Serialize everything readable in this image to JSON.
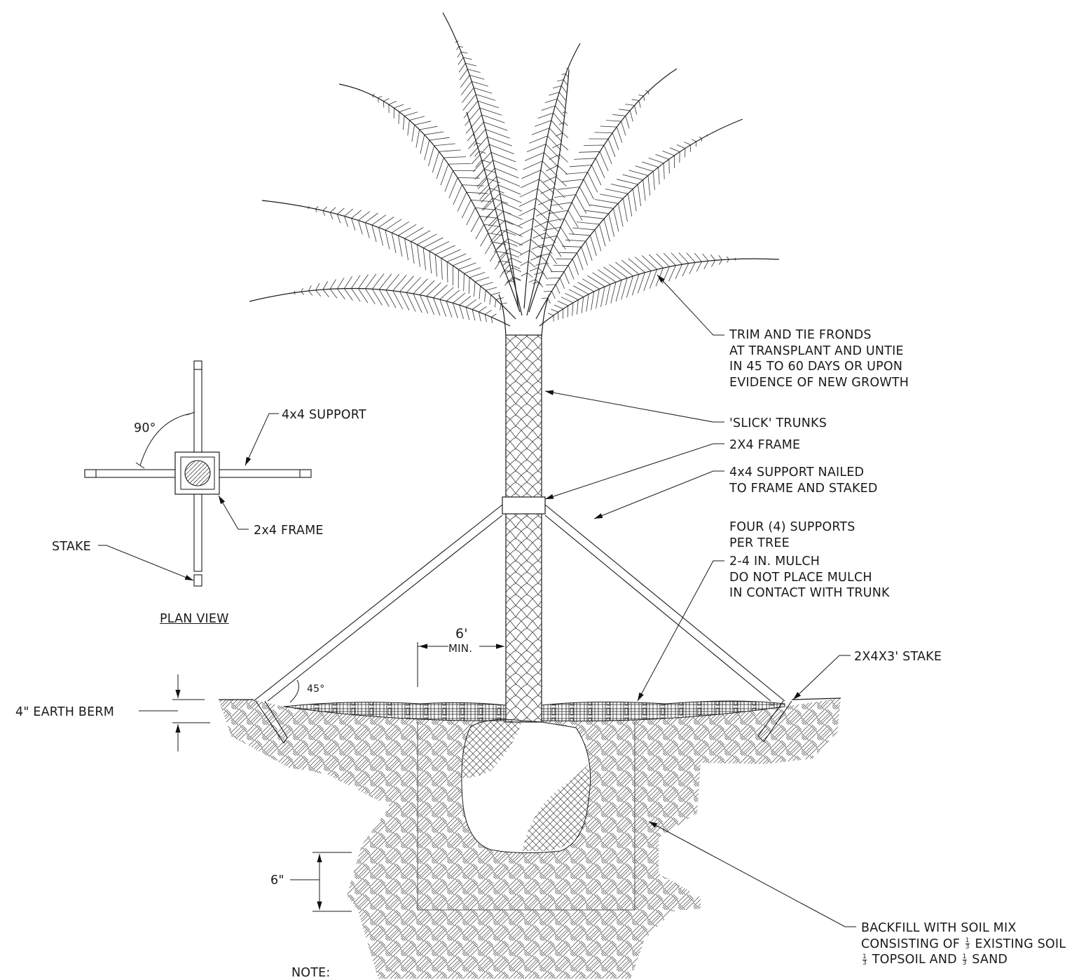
{
  "labels": {
    "trim_fronds": [
      "TRIM AND TIE FRONDS",
      "AT TRANSPLANT AND UNTIE",
      "IN 45 TO 60 DAYS OR UPON",
      "EVIDENCE OF NEW GROWTH"
    ],
    "slick_trunks": "'SLICK' TRUNKS",
    "frame_2x4_elev": "2X4 FRAME",
    "support_nailed": [
      "4x4 SUPPORT NAILED",
      "TO FRAME AND STAKED"
    ],
    "four_supports": [
      "FOUR (4) SUPPORTS",
      "PER TREE"
    ],
    "mulch": [
      "2-4 IN. MULCH",
      "DO NOT PLACE MULCH",
      "IN CONTACT WITH TRUNK"
    ],
    "stake_2x4x3": "2X4X3' STAKE",
    "plan_support": "4x4 SUPPORT",
    "plan_frame": "2x4 FRAME",
    "plan_stake": "STAKE",
    "plan_view": "PLAN VIEW",
    "angle_90": "90°",
    "angle_45": "45°",
    "dim_6ft": "6'",
    "dim_min": "MIN.",
    "earth_berm": "4\" EARTH BERM",
    "dim_6in": "6\"",
    "backfill_1": "BACKFILL WITH SOIL MIX",
    "backfill_2_pre": "CONSISTING OF",
    "backfill_2_post": "EXISTING SOIL",
    "backfill_3_mid": "TOPSOIL AND",
    "backfill_3_post": "SAND",
    "fraction_num": "1",
    "fraction_den": "3",
    "note": "NOTE:"
  }
}
